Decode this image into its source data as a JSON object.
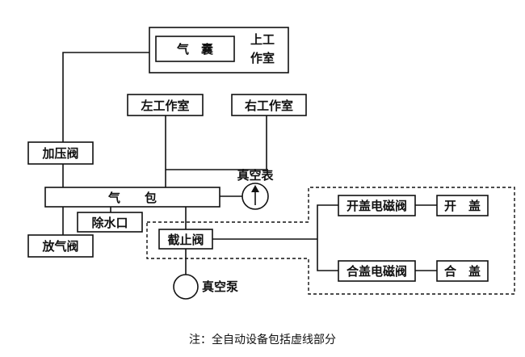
{
  "diagram": {
    "upper_chamber": {
      "airbag_label": "气　囊",
      "label_line1": "上工",
      "label_line2": "作室"
    },
    "left_chamber": "左工作室",
    "right_chamber": "右工作室",
    "pressurize_valve": "加压阀",
    "air_bag_main": "气　　包",
    "vacuum_gauge": "真空表",
    "drain_outlet": "除水口",
    "release_valve": "放气阀",
    "stop_valve": "截止阀",
    "vacuum_pump": "真空泵",
    "open_lid_solenoid_valve": "开盖电磁阀",
    "open_lid": "开　盖",
    "close_lid_solenoid_valve": "合盖电磁阀",
    "close_lid": "合　盖"
  },
  "note": "注：全自动设备包括虚线部分"
}
